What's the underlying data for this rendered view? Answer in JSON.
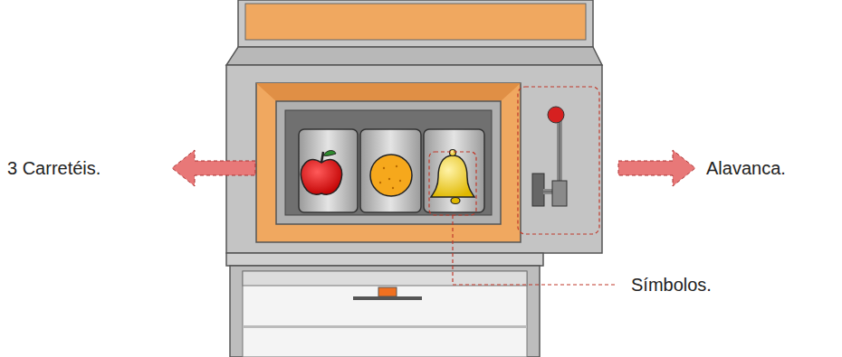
{
  "diagram": {
    "labels": [
      "3 Carretéis.",
      "Alavanca.",
      "Símbolos."
    ]
  }
}
